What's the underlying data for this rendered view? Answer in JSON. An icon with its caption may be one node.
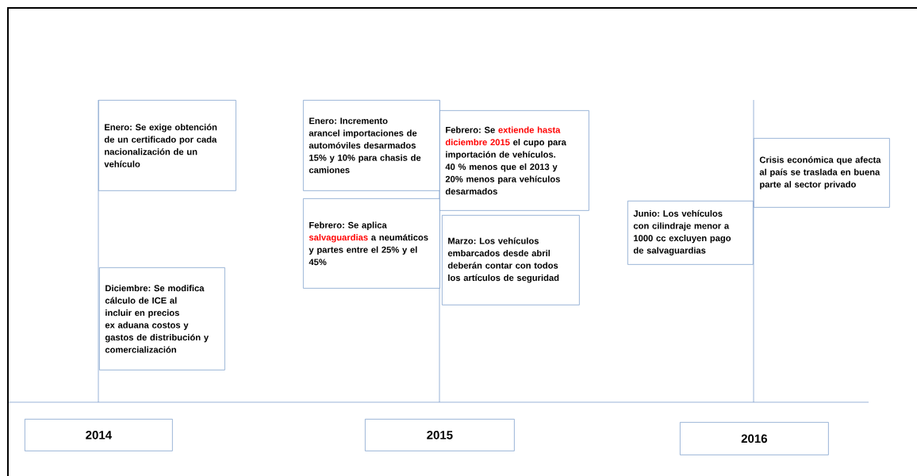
{
  "diagram": {
    "nodes": [
      {
        "text": [
          "Enero: Se exige obtención de un certificado por cada nacionalización de un vehículo"
        ]
      },
      {
        "text": [
          "Diciembre: Se modifica cálculo de ICE al incluir en precios ex aduana costos y gastos de distribución y comercialización"
        ]
      },
      {
        "text": [
          "Enero: Incremento arancel importaciones de automóviles desarmados 15% y 10% para chasis de camiones"
        ]
      },
      {
        "text": [
          "Febrero: Se aplica",
          "salvaguardias",
          "a neumáticos y partes entre el 25% y el 45%"
        ]
      },
      {
        "text": [
          "Febrero: Se",
          "extiende hasta diciembre 2015",
          "el cupo para importación de vehículos. 40 % menos que el 2013 y 20% menos para vehículos desarmados"
        ]
      },
      {
        "text": [
          "Marzo: Los vehículos embarcados desde abril deberán contar con todos los artículos de seguridad"
        ]
      },
      {
        "text": [
          "Junio: Los vehículos con cilindraje menor a 1000 cc excluyen pago de salvaguardias"
        ]
      },
      {
        "text": [
          "Crisis económica que afecta al país se traslada en buena parte al sector privado"
        ]
      },
      {
        "text": [
          "2014"
        ]
      },
      {
        "text": [
          "2015"
        ]
      },
      {
        "text": [
          "2016"
        ]
      }
    ]
  }
}
